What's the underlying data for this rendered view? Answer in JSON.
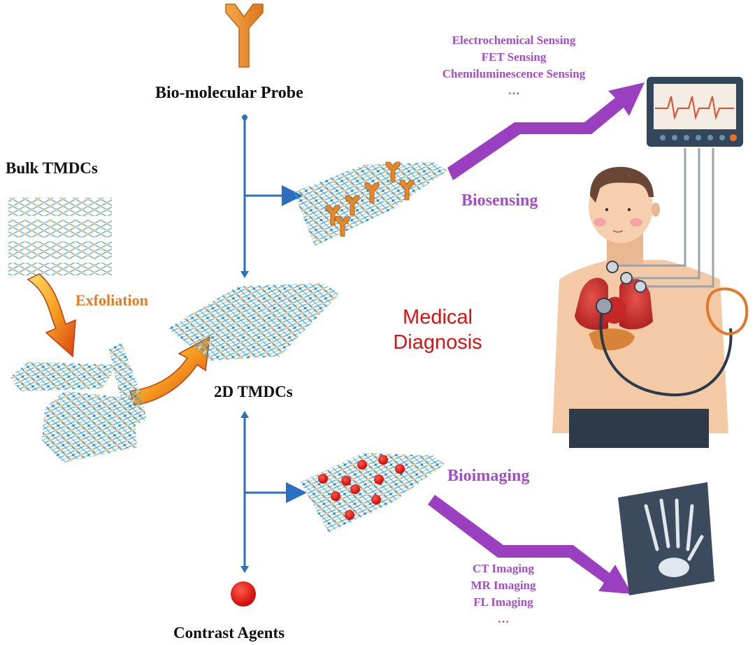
{
  "labels": {
    "probe": "Bio-molecular Probe",
    "bulk": "Bulk TMDCs",
    "exfoliation": "Exfoliation",
    "tmdc2d": "2D TMDCs",
    "contrast": "Contrast Agents",
    "biosensing": "Biosensing",
    "bioimaging": "Bioimaging",
    "medical_line1": "Medical",
    "medical_line2": "Diagnosis"
  },
  "sensing_methods": [
    "Electrochemical Sensing",
    "FET Sensing",
    "Chemiluminescence Sensing",
    "…"
  ],
  "imaging_methods": [
    "CT Imaging",
    "MR Imaging",
    "FL Imaging",
    "…"
  ],
  "colors": {
    "blue_line": "#2a6fc0",
    "purple": "#9a3fc0",
    "purple_text": "#a44ccc",
    "orange": "#e87a1e",
    "red": "#e01010",
    "skin": "#f3c9a6",
    "atom_tan": "#f1c48a",
    "atom_blue": "#3aa5d8",
    "pants": "#2d3a4a",
    "monitor_frame": "#33475c",
    "monitor_screen": "#f3ede3"
  },
  "icons": [
    "y-probe-icon",
    "contrast-agent-dot-icon",
    "heart-monitor-icon",
    "stethoscope-icon",
    "xray-hand-icon",
    "human-body-icon"
  ]
}
